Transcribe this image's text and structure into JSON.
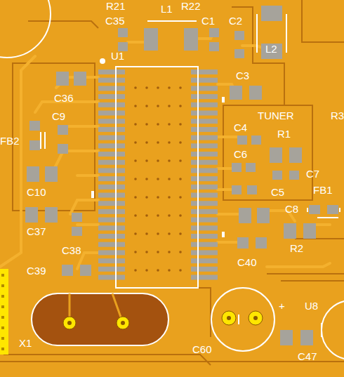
{
  "diagram": {
    "labels": [
      "R21",
      "C35",
      "L1",
      "R22",
      "C1",
      "C2",
      "L2",
      "U1",
      "C36",
      "C3",
      "C9",
      "TUNER",
      "R3",
      "R1",
      "C4",
      "FB2",
      "C6",
      "C7",
      "C10",
      "C5",
      "FB1",
      "C8",
      "C37",
      "R2",
      "C38",
      "C40",
      "C39",
      "+",
      "U8",
      "X1",
      "C60",
      "C47"
    ]
  }
}
